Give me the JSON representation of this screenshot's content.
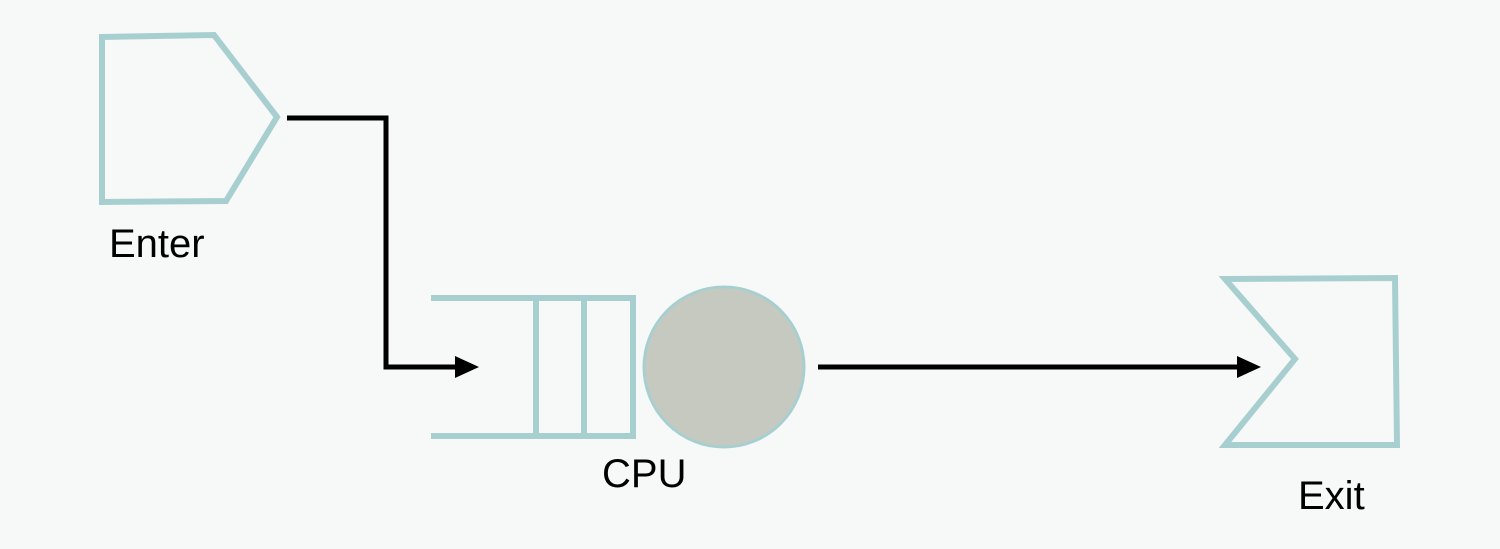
{
  "labels": {
    "enter": "Enter",
    "cpu": "CPU",
    "exit": "Exit"
  },
  "colors": {
    "shape_stroke": "#a8cfd0",
    "cpu_fill": "#c6c9c0",
    "arrow": "#000000",
    "background": "#f7f9f8"
  }
}
